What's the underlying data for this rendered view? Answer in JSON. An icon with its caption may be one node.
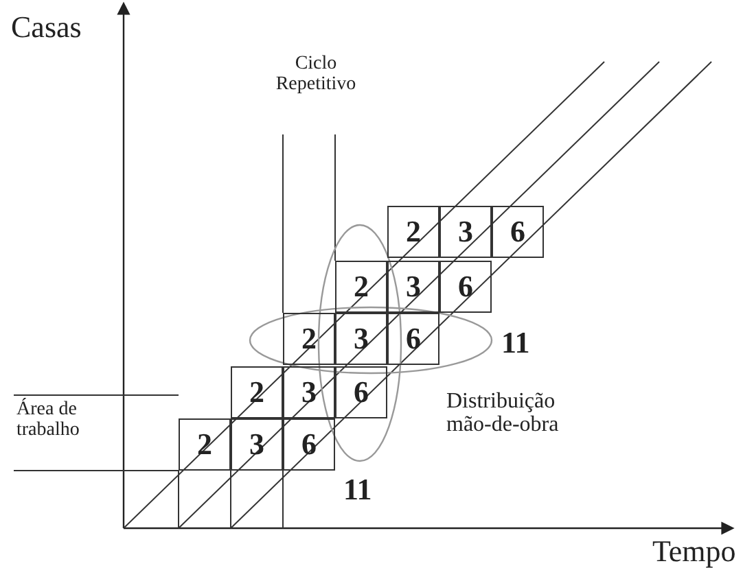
{
  "diagram": {
    "labels": [
      "Casas",
      "Ciclo Repetitivo",
      "2",
      "3",
      "6",
      "2",
      "3",
      "6",
      "2",
      "3",
      "6",
      "11",
      "2",
      "3",
      "6",
      "Área de trabalho",
      "2",
      "3",
      "6",
      "Distribuição mão-de-obra",
      "11",
      "Tempo"
    ]
  }
}
